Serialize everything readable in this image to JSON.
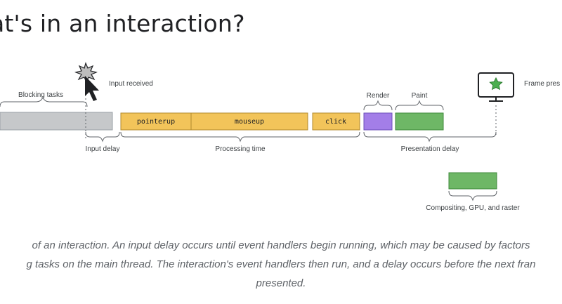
{
  "heading": "at's in an interaction?",
  "diagram": {
    "input_received": "Input received",
    "blocking_tasks": "Blocking tasks",
    "render": "Render",
    "paint": "Paint",
    "frame_presented": "Frame pres",
    "events": {
      "pointerup": "pointerup",
      "mouseup": "mouseup",
      "click": "click"
    },
    "input_delay": "Input delay",
    "processing_time": "Processing time",
    "presentation_delay": "Presentation delay",
    "compositing": "Compositing, GPU, and raster",
    "colors": {
      "blocking": "#c6c8ca",
      "event": "#f2c45a",
      "render": "#a37ee8",
      "paint": "#6eb766",
      "star": "#4caf50"
    }
  },
  "caption": {
    "line1": "of an interaction. An input delay occurs until event handlers begin running, which may be caused by factors",
    "line2": "g tasks on the main thread. The interaction's event handlers then run, and a delay occurs before the next fran",
    "line3": "presented."
  }
}
